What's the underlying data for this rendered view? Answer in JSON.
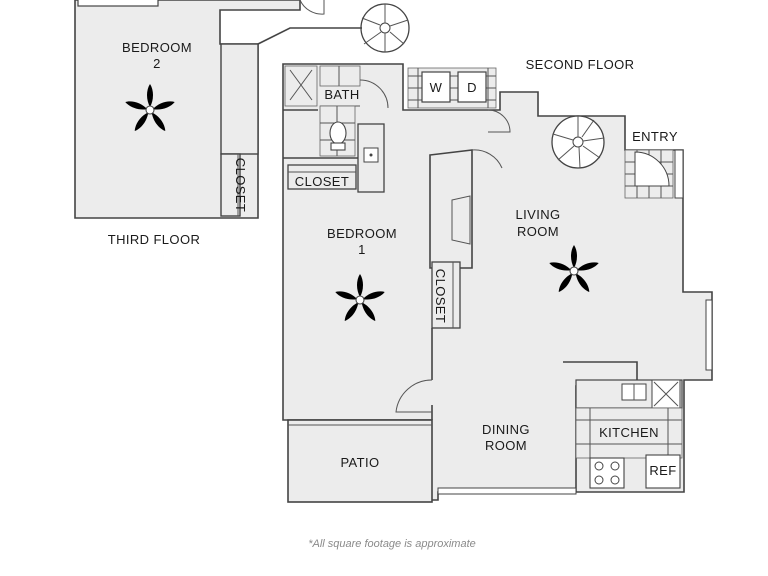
{
  "floors": {
    "third": "THIRD FLOOR",
    "second": "SECOND FLOOR"
  },
  "rooms": {
    "bedroom2": [
      "BEDROOM",
      "2"
    ],
    "bedroom1": [
      "BEDROOM",
      "1"
    ],
    "living": [
      "LIVING",
      "ROOM"
    ],
    "dining": [
      "DINING",
      "ROOM"
    ],
    "bath": "BATH",
    "closet_third": "CLOSET",
    "closet_bath": "CLOSET",
    "closet_bed1": "CLOSET",
    "entry": "ENTRY",
    "kitchen": "KITCHEN",
    "patio": "PATIO",
    "ref": "REF",
    "washer": "W",
    "dryer": "D"
  },
  "footnote": "*All square footage is approximate",
  "icons": [
    "ceiling-fan-icon",
    "spiral-stair-icon",
    "washer-icon",
    "dryer-icon",
    "toilet-icon",
    "sink-icon",
    "shower-icon",
    "stove-icon",
    "door-swing-icon"
  ]
}
